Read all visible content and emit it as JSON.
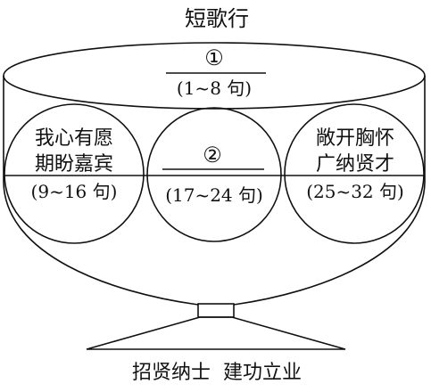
{
  "title": "短歌行",
  "rim": {
    "marker": "①",
    "range": "(1~8 句)"
  },
  "left_circle": {
    "line1": "我心有愿",
    "line2": "期盼嘉宾",
    "range": "(9~16 句)"
  },
  "middle_circle": {
    "marker": "②",
    "range": "(17~24 句)"
  },
  "right_circle": {
    "line1": "敞开胸怀",
    "line2": "广纳贤才",
    "range": "(25~32 句)"
  },
  "caption": "招贤纳士  建功立业",
  "colors": {
    "stroke": "#111111",
    "background": "#ffffff"
  }
}
